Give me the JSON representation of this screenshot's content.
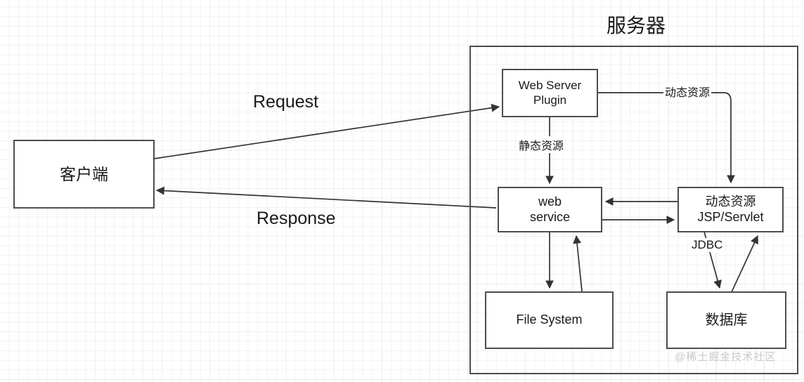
{
  "diagram": {
    "title": "服务器",
    "nodes": {
      "client": "客户端",
      "server_container": "",
      "web_server_plugin": "Web Server\nPlugin",
      "web_service": "web\nservice",
      "dynamic_resource": "动态资源\nJSP/Servlet",
      "file_system": "File System",
      "database": "数据库"
    },
    "edge_labels": {
      "request": "Request",
      "response": "Response",
      "static_resource": "静态资源",
      "dynamic_resource": "动态资源",
      "jdbc": "JDBC"
    },
    "watermark": "@稀土掘金技术社区",
    "colors": {
      "stroke": "#4d4d4d",
      "edge": "#333333",
      "text": "#1a1a1a",
      "background": "#ffffff",
      "grid_minor": "#f2f2f2",
      "grid_major": "#e6e6e6",
      "watermark": "#c9c9c9"
    }
  }
}
